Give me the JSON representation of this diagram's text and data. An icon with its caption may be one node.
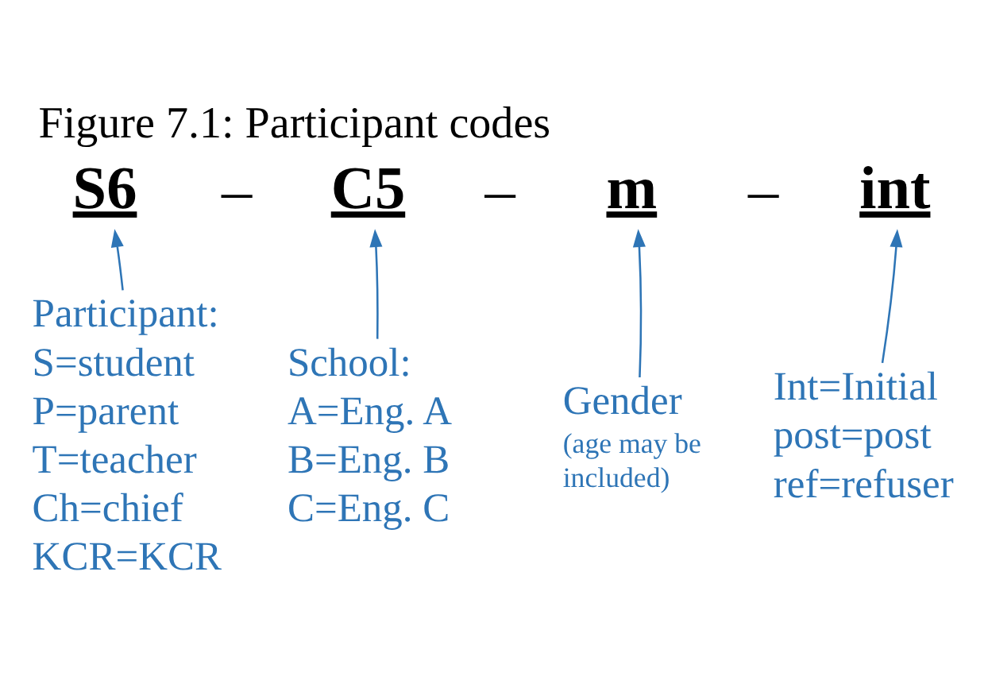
{
  "diagram": {
    "title": "Figure 7.1: Participant codes",
    "nodes": [
      {
        "text": [
          "S6"
        ]
      },
      {
        "text": [
          "C5"
        ]
      },
      {
        "text": [
          "m"
        ]
      },
      {
        "text": [
          "int"
        ]
      },
      {
        "text": [
          "Participant:",
          "S=student P=parent T=teacher Ch=chief KCR=KCR"
        ]
      },
      {
        "text": [
          "School:",
          "A=Eng. A B=Eng. B C=Eng. C"
        ]
      },
      {
        "text": [
          "Gender",
          "(age may be included)"
        ]
      },
      {
        "text": [
          "Int=Initial post=post ref=refuser"
        ]
      }
    ],
    "edges": [
      {
        "from": 4,
        "to": 0,
        "arrow": "to"
      },
      {
        "from": 5,
        "to": 1,
        "arrow": "to"
      },
      {
        "from": 6,
        "to": 2,
        "arrow": "to"
      },
      {
        "from": 7,
        "to": 3,
        "arrow": "to"
      }
    ],
    "labels": [
      "–",
      "–",
      "–"
    ]
  }
}
